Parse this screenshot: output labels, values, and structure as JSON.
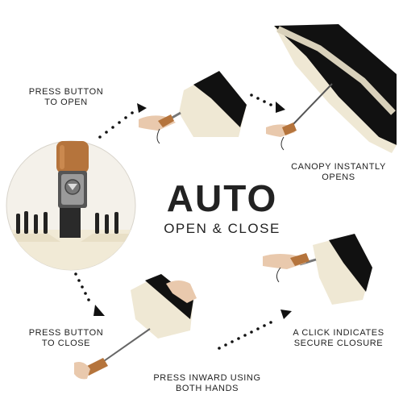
{
  "headline": {
    "main": "AUTO",
    "sub": "OPEN & CLOSE"
  },
  "steps": {
    "press_open": [
      "PRESS BUTTON",
      "TO OPEN"
    ],
    "canopy_opens": [
      "CANOPY INSTANTLY",
      "OPENS"
    ],
    "press_close": [
      "PRESS BUTTON",
      "TO CLOSE"
    ],
    "click_secure": [
      "A CLICK INDICATES",
      "SECURE CLOSURE"
    ],
    "press_inward": [
      "PRESS INWARD USING",
      "BOTH HANDS"
    ]
  },
  "colors": {
    "canopy_black": "#111111",
    "canopy_cream": "#efe8d4",
    "wood_handle": "#b5743c",
    "arrow": "#111111"
  }
}
